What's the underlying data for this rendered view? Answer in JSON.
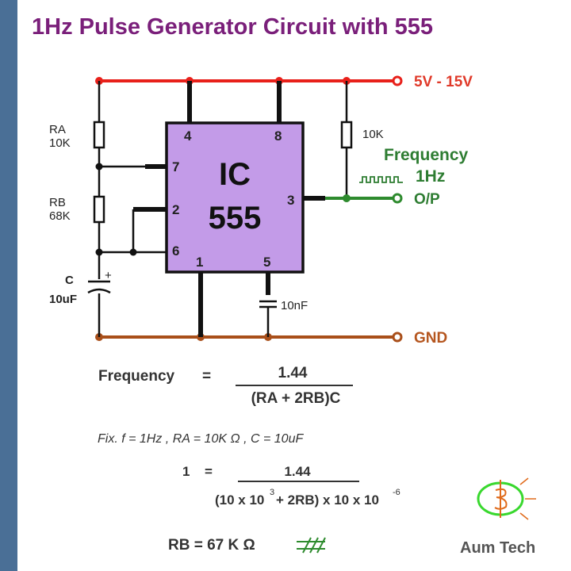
{
  "title": "1Hz Pulse Generator Circuit with 555",
  "ic": {
    "line1": "IC",
    "line2": "555",
    "pins": {
      "p4": "4",
      "p8": "8",
      "p7": "7",
      "p2": "2",
      "p6": "6",
      "p3": "3",
      "p1": "1",
      "p5": "5"
    }
  },
  "components": {
    "ra_name": "RA",
    "ra_value": "10K",
    "rb_name": "RB",
    "rb_value": "68K",
    "c_name": "C",
    "c_value": "10uF",
    "c_polarity": "+",
    "pullup_value": "10K",
    "cap5_value": "10nF"
  },
  "rails": {
    "supply": "5V - 15V",
    "ground": "GND",
    "output": "O/P"
  },
  "output_info": {
    "heading": "Frequency",
    "value": "1Hz"
  },
  "formula": {
    "lhs": "Frequency",
    "eq": "=",
    "numerator": "1.44",
    "denominator": "(RA + 2RB)C",
    "given": "Fix. f = 1Hz , RA = 10K Ω , C = 10uF",
    "lhs2": "1",
    "eq2": "=",
    "numerator2": "1.44",
    "denominator2_part1": "(10 x 10",
    "denominator2_exp1": "3",
    "denominator2_part2": "+ 2RB) x 10 x 10",
    "denominator2_exp2": "-6",
    "result": "RB  =  67 K Ω"
  },
  "brand": "Aum Tech",
  "colors": {
    "supply": "#e8201a",
    "ground": "#a94f1a",
    "output": "#2e8b2e",
    "ic_fill": "#c39be8",
    "title": "#7a1f7a",
    "sidebar": "#4a6f96"
  }
}
